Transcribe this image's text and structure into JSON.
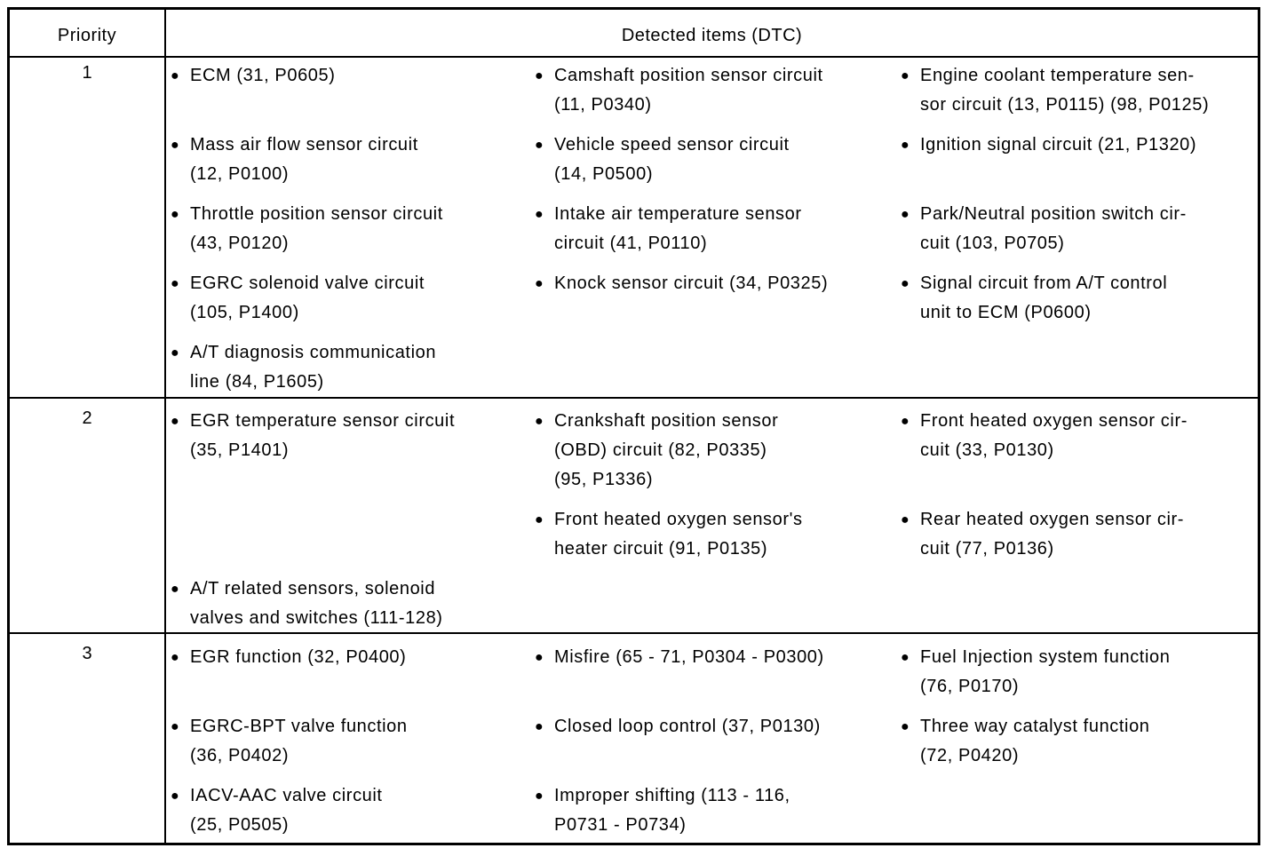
{
  "header": {
    "priority": "Priority",
    "detected": "Detected items (DTC)"
  },
  "bullet_glyph": "●",
  "rows": [
    {
      "priority": "1",
      "items": [
        {
          "line1": "ECM (31, P0605)",
          "line2": ""
        },
        {
          "line1": "Camshaft position sensor circuit",
          "line2": "(11, P0340)"
        },
        {
          "line1": "Engine coolant temperature sen-",
          "line2": "sor circuit (13, P0115) (98, P0125)"
        },
        {
          "line1": "Mass air flow sensor circuit",
          "line2": "(12, P0100)"
        },
        {
          "line1": "Vehicle speed sensor circuit",
          "line2": "(14, P0500)"
        },
        {
          "line1": "Ignition signal circuit (21, P1320)",
          "line2": ""
        },
        {
          "line1": "Throttle position sensor circuit",
          "line2": "(43, P0120)"
        },
        {
          "line1": "Intake air temperature sensor",
          "line2": "circuit (41, P0110)"
        },
        {
          "line1": "Park/Neutral position switch cir-",
          "line2": "cuit (103, P0705)"
        },
        {
          "line1": "EGRC solenoid valve circuit",
          "line2": "(105, P1400)"
        },
        {
          "line1": "Knock sensor circuit (34, P0325)",
          "line2": ""
        },
        {
          "line1": "Signal circuit from A/T control",
          "line2": "unit to ECM (P0600)"
        },
        {
          "line1": "A/T diagnosis communication",
          "line2": "line (84, P1605)"
        }
      ]
    },
    {
      "priority": "2",
      "items": [
        {
          "line1": "EGR temperature sensor circuit",
          "line2": "(35, P1401)"
        },
        {
          "line1": "Crankshaft position sensor",
          "line2": "(OBD) circuit (82, P0335)",
          "line3": "(95, P1336)"
        },
        {
          "line1": "Front heated oxygen sensor cir-",
          "line2": "cuit (33, P0130)"
        },
        {
          "line1": "Front heated oxygen sensor's",
          "line2": "heater circuit (91, P0135)"
        },
        {
          "line1": "Rear heated oxygen sensor cir-",
          "line2": "cuit (77, P0136)"
        },
        {
          "line1": "A/T related sensors, solenoid",
          "line2": "valves and switches (111-128)"
        }
      ]
    },
    {
      "priority": "3",
      "items": [
        {
          "line1": "EGR function (32, P0400)",
          "line2": ""
        },
        {
          "line1": "Misfire (65 - 71, P0304 - P0300)",
          "line2": ""
        },
        {
          "line1": "Fuel Injection system function",
          "line2": "(76, P0170)"
        },
        {
          "line1": "EGRC-BPT valve function",
          "line2": "(36, P0402)"
        },
        {
          "line1": "Closed loop control (37, P0130)",
          "line2": ""
        },
        {
          "line1": "Three way catalyst function",
          "line2": "(72, P0420)"
        },
        {
          "line1": "IACV-AAC valve circuit",
          "line2": "(25, P0505)"
        },
        {
          "line1": "Improper shifting (113 - 116,",
          "line2": "P0731 - P0734)"
        }
      ]
    }
  ]
}
